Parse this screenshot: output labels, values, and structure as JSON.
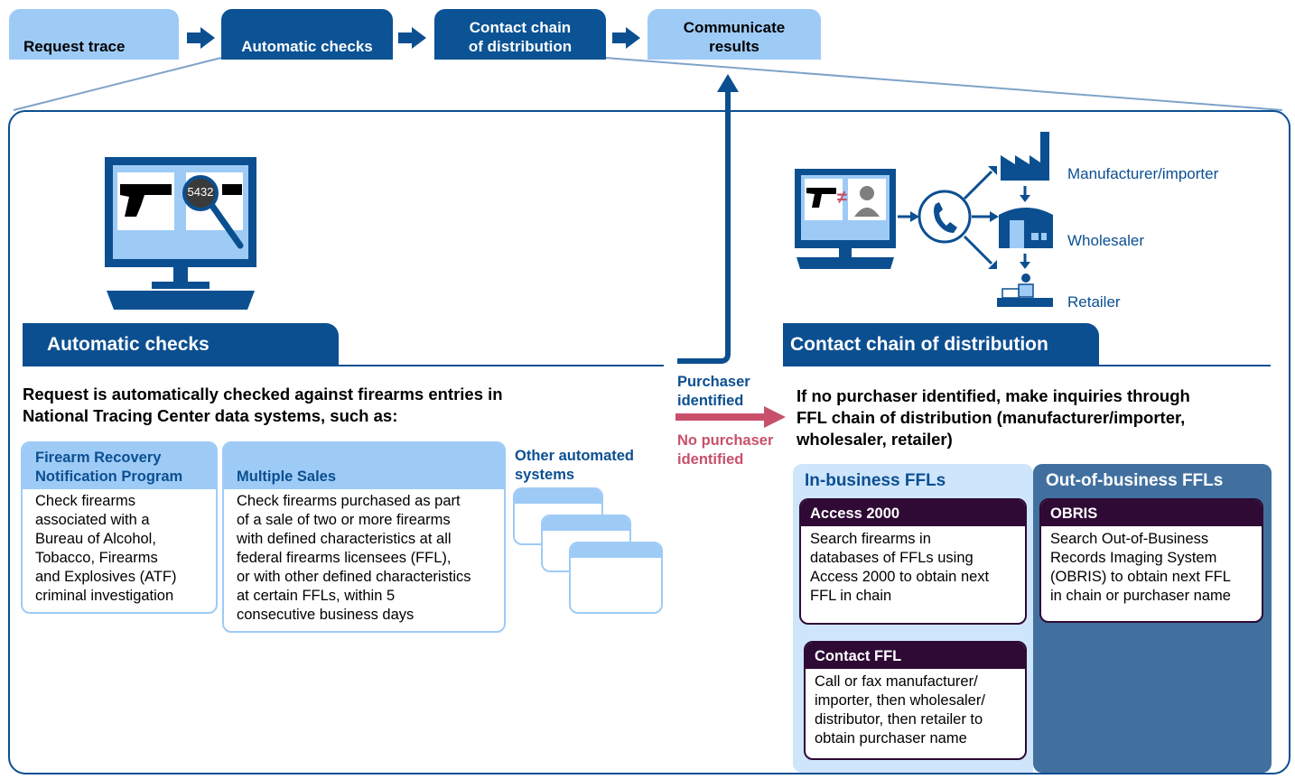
{
  "process": {
    "steps": [
      {
        "label": "Request trace"
      },
      {
        "label": "Automatic checks"
      },
      {
        "label": "Contact chain\nof distribution"
      },
      {
        "label": "Communicate\nresults"
      }
    ]
  },
  "icons": {
    "serial_number": "5432",
    "not_equal": "≠"
  },
  "automatic": {
    "heading": "Automatic checks",
    "lead": "Request is automatically checked against firearms entries in\nNational Tracing Center data systems, such as:",
    "cards": [
      {
        "title": "Firearm Recovery\nNotification Program",
        "body": "Check firearms\nassociated with a\nBureau of Alcohol,\nTobacco, Firearms\nand Explosives (ATF)\ncriminal investigation"
      },
      {
        "title": "Multiple Sales",
        "body": "Check firearms purchased as part\nof a sale of two or more firearms\nwith defined characteristics at all\nfederal firearms licensees (FFL),\nor with other defined characteristics\nat certain FFLs, within 5\nconsecutive business days"
      }
    ],
    "other_systems": "Other automated\nsystems"
  },
  "branches": {
    "identified": "Purchaser\nidentified",
    "not_identified": "No purchaser\nidentified"
  },
  "chain": {
    "heading": "Contact chain of distribution",
    "lead": "If no purchaser identified, make inquiries through\nFFL chain of distribution (manufacturer/importer,\nwholesaler, retailer)",
    "nodes": [
      {
        "label": "Manufacturer/importer"
      },
      {
        "label": "Wholesaler"
      },
      {
        "label": "Retailer"
      }
    ],
    "in_business": {
      "title": "In-business FFLs",
      "cards": [
        {
          "title": "Access 2000",
          "body": "Search firearms in\ndatabases of FFLs using\nAccess 2000 to obtain next\nFFL in chain"
        },
        {
          "title": "Contact FFL",
          "body": "Call or fax manufacturer/\nimporter, then wholesaler/\ndistributor, then retailer to\nobtain purchaser name"
        }
      ]
    },
    "out_of_business": {
      "title": "Out-of-business FFLs",
      "cards": [
        {
          "title": "OBRIS",
          "body": "Search Out-of-Business\nRecords Imaging System\n(OBRIS) to obtain next FFL\nin chain or purchaser name"
        }
      ]
    }
  },
  "colors": {
    "dark_blue": "#0b4f91",
    "light_blue": "#9ecbf6",
    "red_arrow": "#c8506a",
    "purple": "#2e0a35",
    "panel_dark": "#41709f",
    "panel_light": "#cfe5fb"
  }
}
